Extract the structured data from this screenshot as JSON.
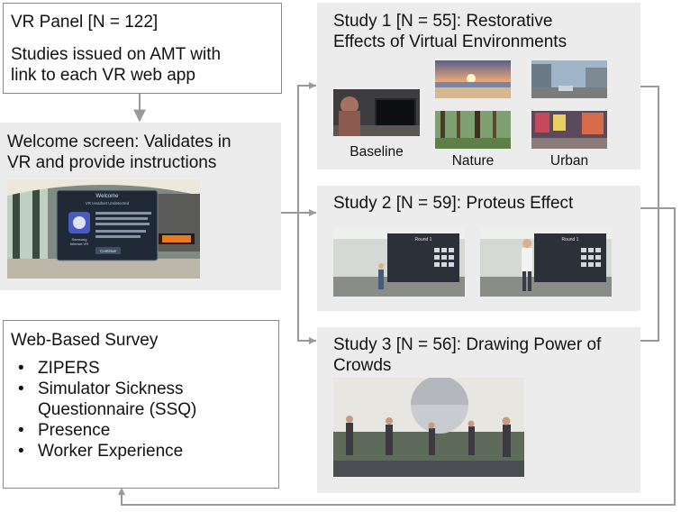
{
  "vr_panel": {
    "title": "VR Panel [N = 122]",
    "desc_line1": "Studies issued on AMT with",
    "desc_line2": "link to each VR web app"
  },
  "welcome": {
    "line1": "Welcome screen: Validates in",
    "line2": "VR and provide instructions",
    "dialog_title": "Welcome",
    "dialog_sub": "VR Headset Undetected",
    "app_name_1": "Samsung",
    "app_name_2": "Internet VR",
    "dialog_button": "Continue"
  },
  "survey": {
    "title": "Web-Based Survey",
    "items": [
      "ZIPERS",
      "Simulator Sickness",
      "Questionnaire (SSQ)",
      "Presence",
      "Worker Experience"
    ]
  },
  "study1": {
    "line1": "Study 1 [N = 55]: Restorative",
    "line2": "Effects of Virtual Environments",
    "captions": [
      "Baseline",
      "Nature",
      "Urban"
    ]
  },
  "study2": {
    "title": "Study 2 [N = 59]: Proteus Effect",
    "panel_label": "Round 1"
  },
  "study3": {
    "line1": "Study 3 [N = 56]: Drawing Power of",
    "line2": "Crowds"
  },
  "colors": {
    "arrow": "#999999",
    "box_grey": "#ececec",
    "box_border": "#8a8a8a"
  }
}
